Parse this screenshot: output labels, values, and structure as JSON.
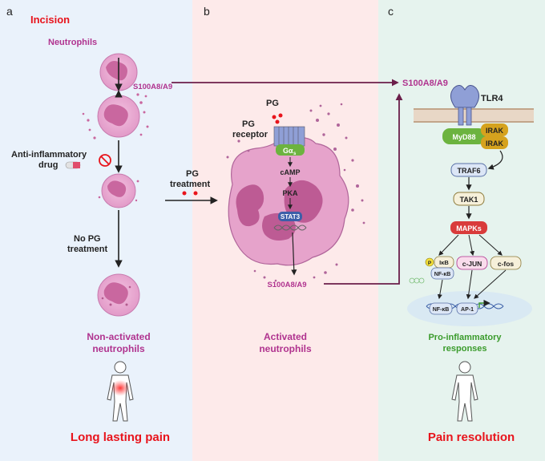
{
  "panels": {
    "a": {
      "letter": "a",
      "incision": "Incision",
      "neutrophils": "Neutrophils",
      "s100": "S100A8/A9",
      "drug_line1": "Anti-inflammatory",
      "drug_line2": "drug",
      "no_pg_line1": "No PG",
      "no_pg_line2": "treatment",
      "outcome_line1": "Non-activated",
      "outcome_line2": "neutrophils",
      "pain": "Long lasting pain"
    },
    "b": {
      "letter": "b",
      "pg_treat_line1": "PG",
      "pg_treat_line2": "treatment",
      "pg": "PG",
      "receptor_line1": "PG",
      "receptor_line2": "receptor",
      "galpha": "Gα",
      "galpha_sub": "s",
      "camp": "cAMP",
      "pka": "PKA",
      "stat3": "STAT3",
      "s100": "S100A8/A9",
      "outcome_line1": "Activated",
      "outcome_line2": "neutrophils"
    },
    "c": {
      "letter": "c",
      "s100": "S100A8/A9",
      "tlr4": "TLR4",
      "myd88": "MyD88",
      "irak1": "IRAK",
      "irak2": "IRAK",
      "traf6": "TRAF6",
      "tak1": "TAK1",
      "mapks": "MAPKs",
      "p": "P",
      "ikb": "IκB",
      "nfkb": "NF-κB",
      "cjun": "c-JUN",
      "cfos": "c-fos",
      "nfkb_dna": "NF-κB",
      "ap1": "AP-1",
      "outcome_line1": "Pro-inflammatory",
      "outcome_line2": "responses",
      "pain": "Pain resolution"
    }
  },
  "colors": {
    "panel_a_bg": "#eaf2fb",
    "panel_b_bg": "#fdeaea",
    "panel_c_bg": "#e6f3ee",
    "title_red": "#e8141c",
    "magenta": "#b0338f",
    "arrow_purple": "#6b1e4a",
    "cell_pink": "#e9a6cf",
    "nucleus": "#c9679f",
    "myd88_green": "#6cb33f",
    "irak_gold": "#d5a21e",
    "mapk_red": "#d93b3b",
    "green_text": "#3a9b2b"
  }
}
